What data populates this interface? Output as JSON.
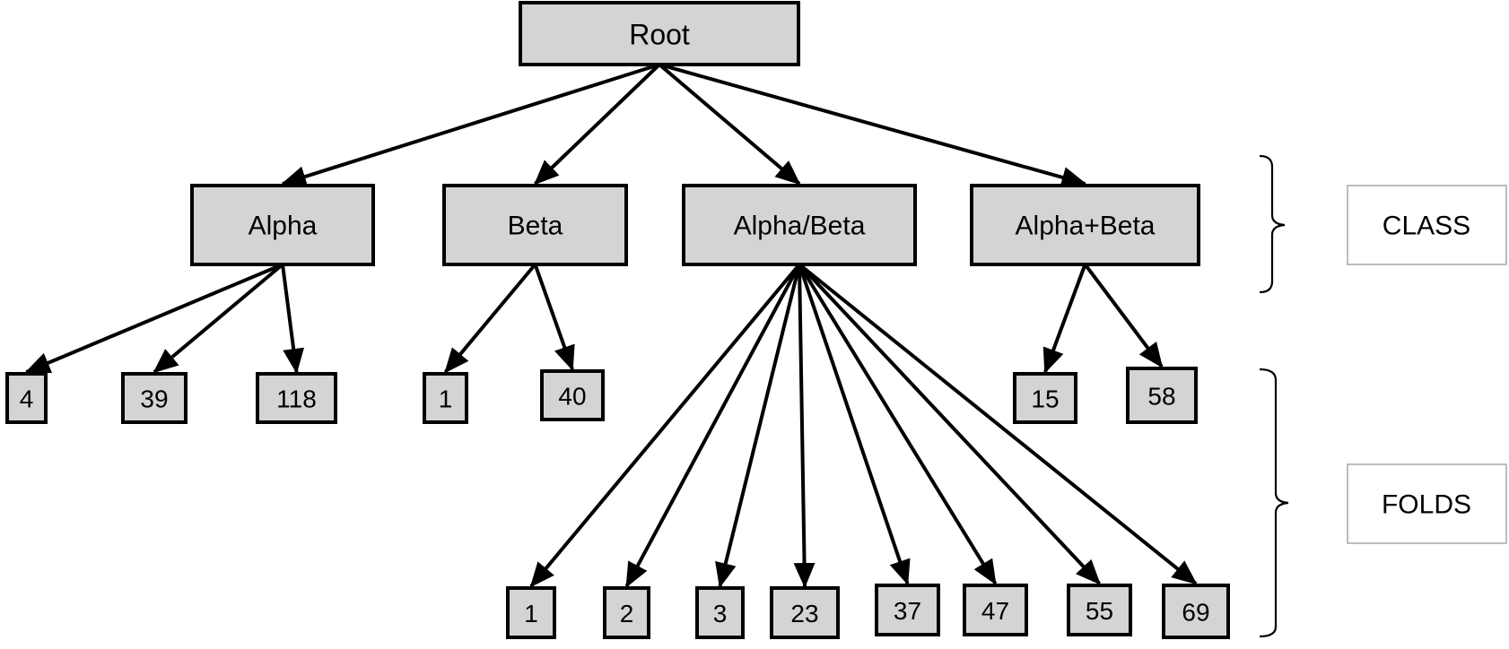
{
  "diagram": {
    "root": {
      "label": "Root"
    },
    "classes": [
      {
        "id": "alpha",
        "label": "Alpha",
        "folds": [
          "4",
          "39",
          "118"
        ]
      },
      {
        "id": "beta",
        "label": "Beta",
        "folds": [
          "1",
          "40"
        ]
      },
      {
        "id": "alpha-beta",
        "label": "Alpha/Beta",
        "folds": [
          "1",
          "2",
          "3",
          "23",
          "37",
          "47",
          "55",
          "69"
        ]
      },
      {
        "id": "alpha-plus-beta",
        "label": "Alpha+Beta",
        "folds": [
          "15",
          "58"
        ]
      }
    ],
    "level_labels": {
      "class": "CLASS",
      "folds": "FOLDS"
    },
    "colors": {
      "node_fill": "#d4d4d4",
      "stroke": "#000000",
      "label_border": "#a6a6a6"
    }
  }
}
